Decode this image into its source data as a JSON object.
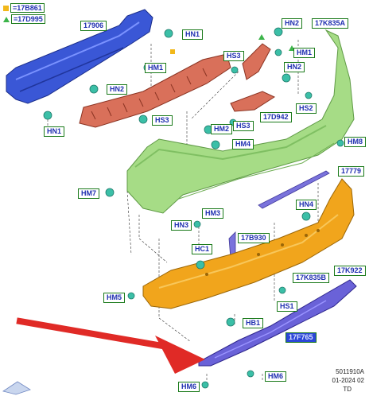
{
  "legend": [
    {
      "marker": "square-icon",
      "color": "#f2b81a",
      "text": "=17B861"
    },
    {
      "marker": "triangle-icon",
      "color": "#3cb44a",
      "text": "=17D995"
    }
  ],
  "labels": {
    "l17906": "17906",
    "hn1_top": "HN1",
    "hm1_mid": "HM1",
    "hn2_left": "HN2",
    "hs3_left": "HS3",
    "hn1_left": "HN1",
    "hn2_top": "HN2",
    "hs3_top": "HS3",
    "hm1_right": "HM1",
    "l17k835a": "17K835A",
    "hn2_right": "HN2",
    "hs2": "HS2",
    "l17d942": "17D942",
    "hs3_mid": "HS3",
    "hm2": "HM2",
    "hm4": "HM4",
    "hm8": "HM8",
    "l17779": "17779",
    "hm7": "HM7",
    "hn4": "HN4",
    "hm3": "HM3",
    "hn3": "HN3",
    "l17b930": "17B930",
    "hc1": "HC1",
    "l17k922": "17K922",
    "l17k835b": "17K835B",
    "hm5": "HM5",
    "hs1": "HS1",
    "hb1": "HB1",
    "l17f765": "17F765",
    "hm6_right": "HM6",
    "hm6_bottom": "HM6"
  },
  "footer": {
    "code": "5011910A",
    "date": "01-2024 02",
    "region": "TD"
  },
  "colors": {
    "beam": "#3a57d6",
    "absorber": "#d9705a",
    "cover": "#a6dc86",
    "lower_cover": "#f1a51c",
    "diffuser": "#6a62d8",
    "clip": "#3bbfa7",
    "arrow": "#e02a26",
    "label_border": "#1a7a1a",
    "label_text": "#1f2fb0"
  }
}
